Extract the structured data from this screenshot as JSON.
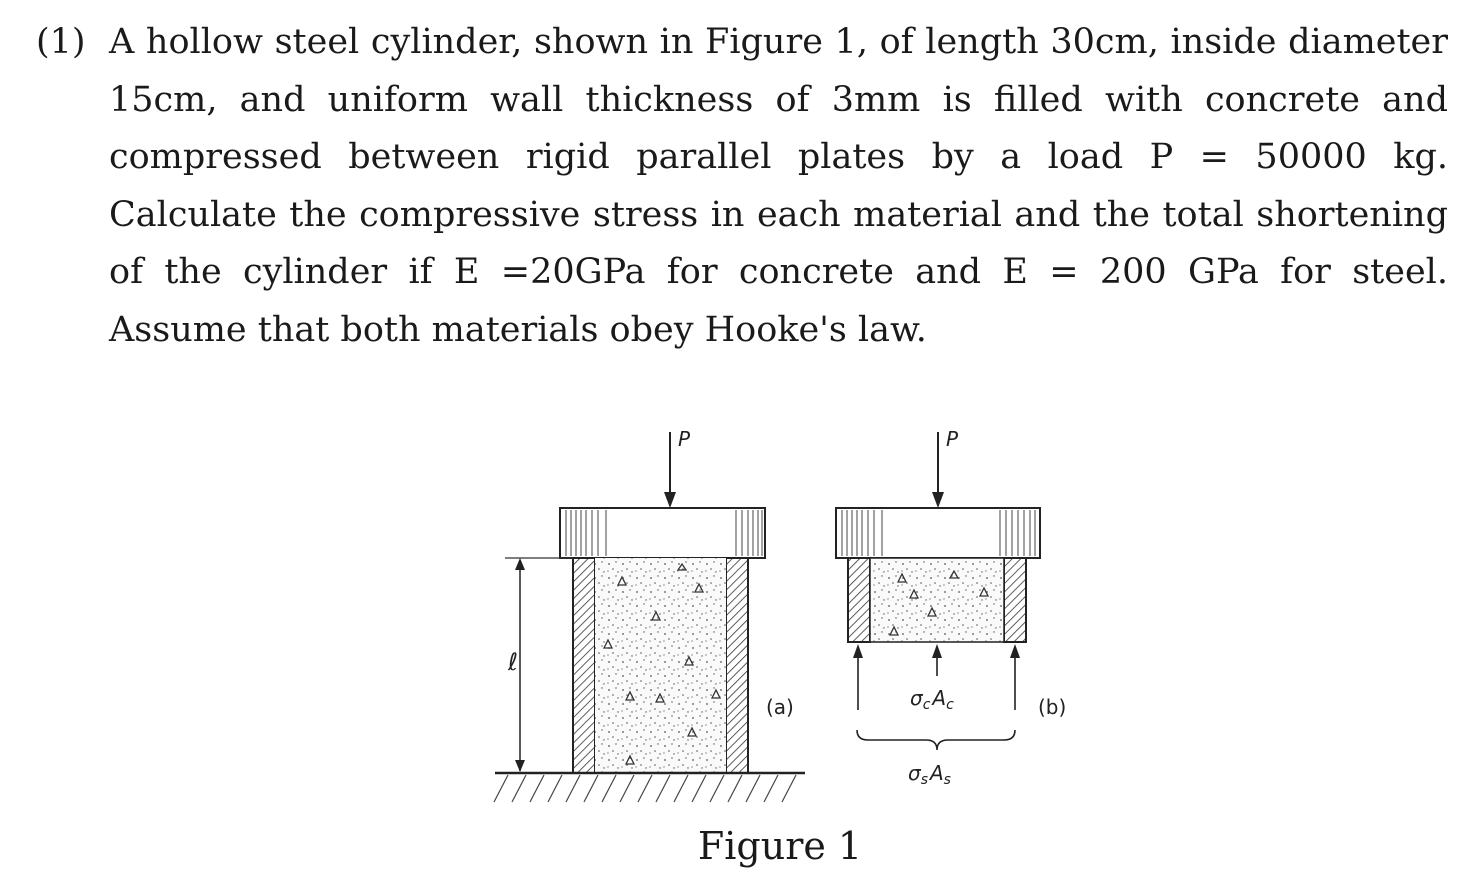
{
  "problem": {
    "number": "(1)",
    "text": "A hollow steel cylinder, shown in Figure 1, of length 30cm, inside diameter 15cm, and uniform wall thickness of 3mm is filled with concrete and compressed between rigid parallel plates by a load P = 50000 kg. Calculate the compressive stress in each material and the total shortening of the cylinder if E =20GPa for concrete and E = 200 GPa for steel. Assume that both materials obey Hooke's law."
  },
  "figure": {
    "load_label_a": "P",
    "load_label_b": "P",
    "length_label": "ℓ",
    "panel_a_label": "(a)",
    "panel_b_label": "(b)",
    "concrete_force_sigma": "σ",
    "concrete_force_sub": "c",
    "concrete_force_area": "A",
    "concrete_force_area_sub": "c",
    "steel_force_sigma": "σ",
    "steel_force_sub": "s",
    "steel_force_area": "A",
    "steel_force_area_sub": "s",
    "caption": "Figure 1"
  }
}
